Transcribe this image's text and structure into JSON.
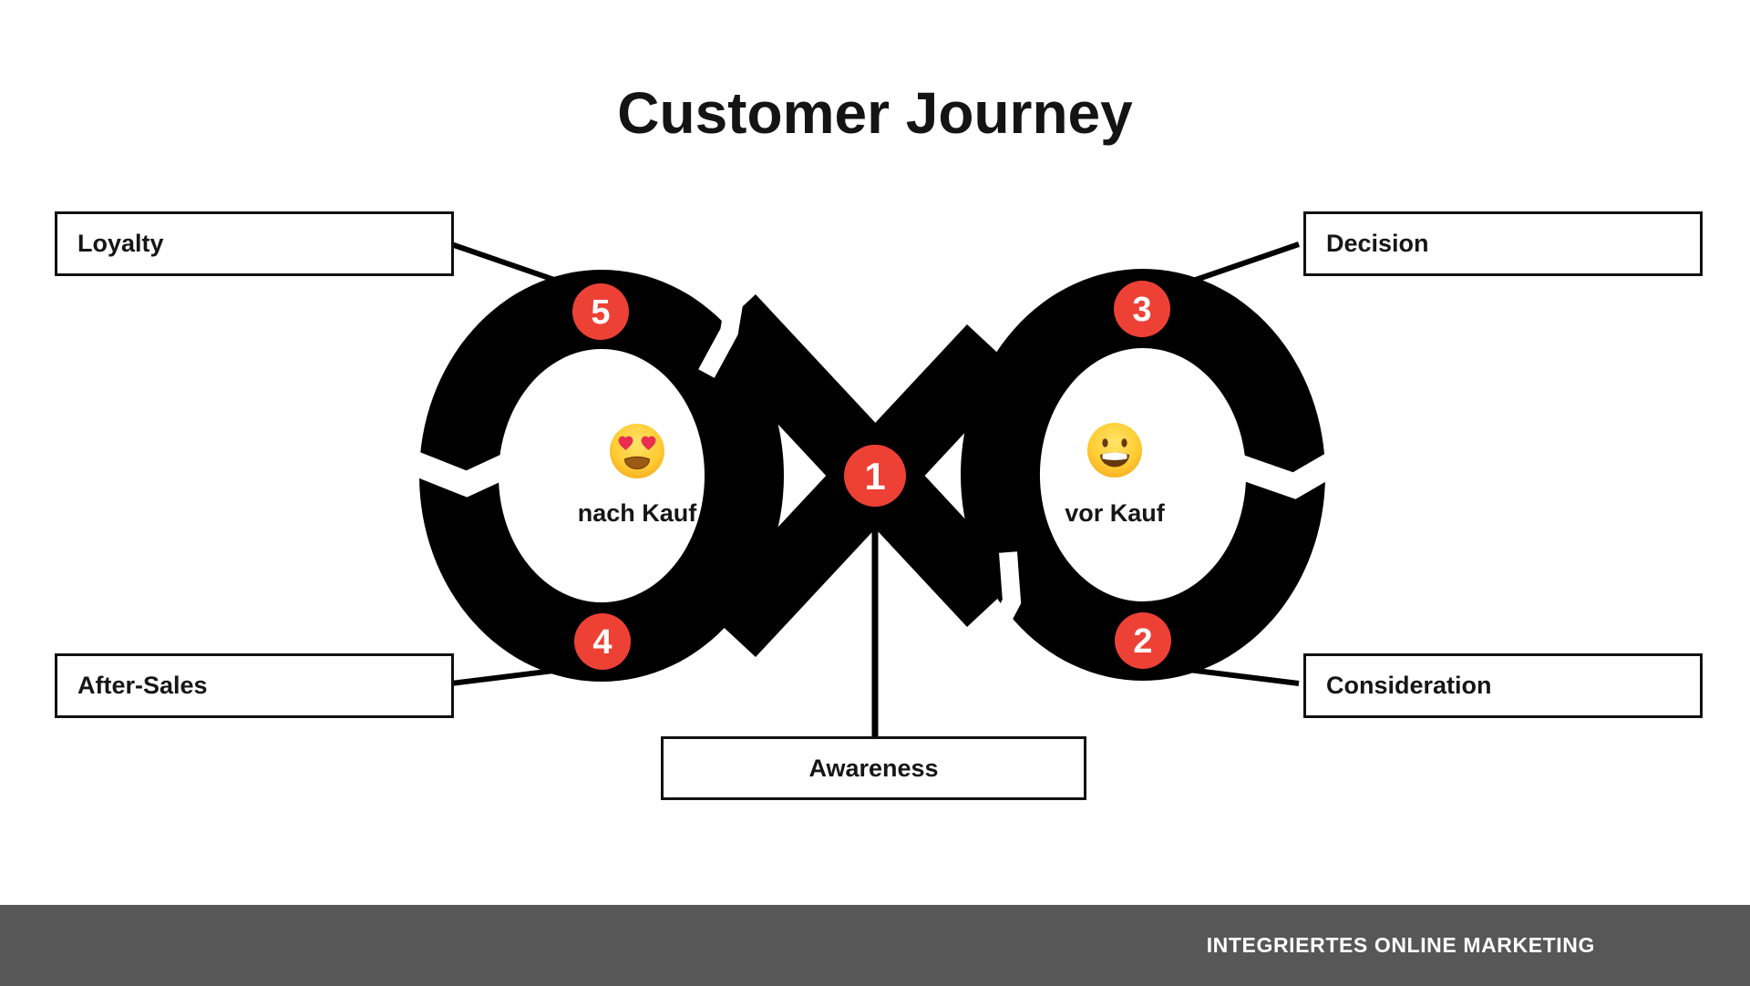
{
  "title": "Customer Journey",
  "stages": [
    {
      "number": "1",
      "label": "Awareness"
    },
    {
      "number": "2",
      "label": "Consideration"
    },
    {
      "number": "3",
      "label": "Decision"
    },
    {
      "number": "4",
      "label": "After-Sales"
    },
    {
      "number": "5",
      "label": "Loyalty"
    }
  ],
  "annotations": {
    "left_loop": {
      "emoji": "heart-eyes-emoji",
      "caption": "nach Kauf"
    },
    "right_loop": {
      "emoji": "grinning-emoji",
      "caption": "vor Kauf"
    }
  },
  "footer": {
    "text": "INTEGRIERTES ONLINE MARKETING"
  },
  "colors": {
    "accent": "#ee4136",
    "loop": "#000000",
    "ink": "#141414",
    "footer_bg": "#575757"
  }
}
